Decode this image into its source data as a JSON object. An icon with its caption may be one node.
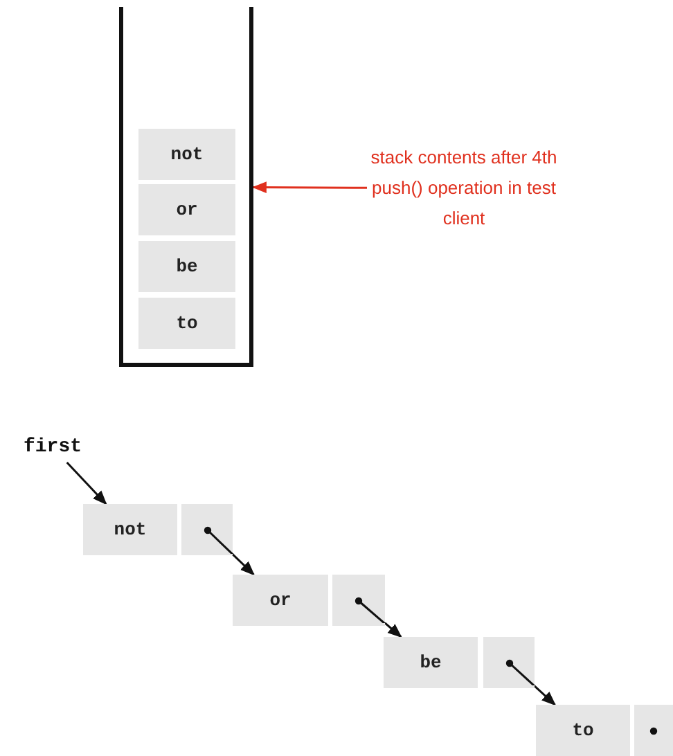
{
  "diagram": {
    "nodes": [
      {
        "text": [],
        "shape": "box"
      },
      {
        "text": [
          "not"
        ],
        "in": 0
      },
      {
        "text": [
          "or"
        ],
        "in": 0
      },
      {
        "text": [
          "be"
        ],
        "in": 0
      },
      {
        "text": [
          "to"
        ],
        "in": 0
      },
      {
        "text": [
          "stack contents after 4th push() operation in test client"
        ]
      },
      {
        "text": [
          "first"
        ]
      },
      {
        "text": [
          "not"
        ]
      },
      {
        "text": [],
        "shape": "box"
      },
      {
        "text": [
          "or"
        ]
      },
      {
        "text": [],
        "shape": "box"
      },
      {
        "text": [
          "be"
        ]
      },
      {
        "text": [],
        "shape": "box"
      },
      {
        "text": [
          "to"
        ]
      },
      {
        "text": [],
        "shape": "box"
      }
    ],
    "edges": [
      {
        "from": 5,
        "to": 0,
        "arrow": "to",
        "color": "#e0301e"
      },
      {
        "from": 6,
        "to": 7,
        "arrow": "to"
      },
      {
        "from": 8,
        "to": 9,
        "arrow": "to"
      },
      {
        "from": 10,
        "to": 11,
        "arrow": "to"
      },
      {
        "from": 12,
        "to": 13,
        "arrow": "to"
      }
    ]
  }
}
